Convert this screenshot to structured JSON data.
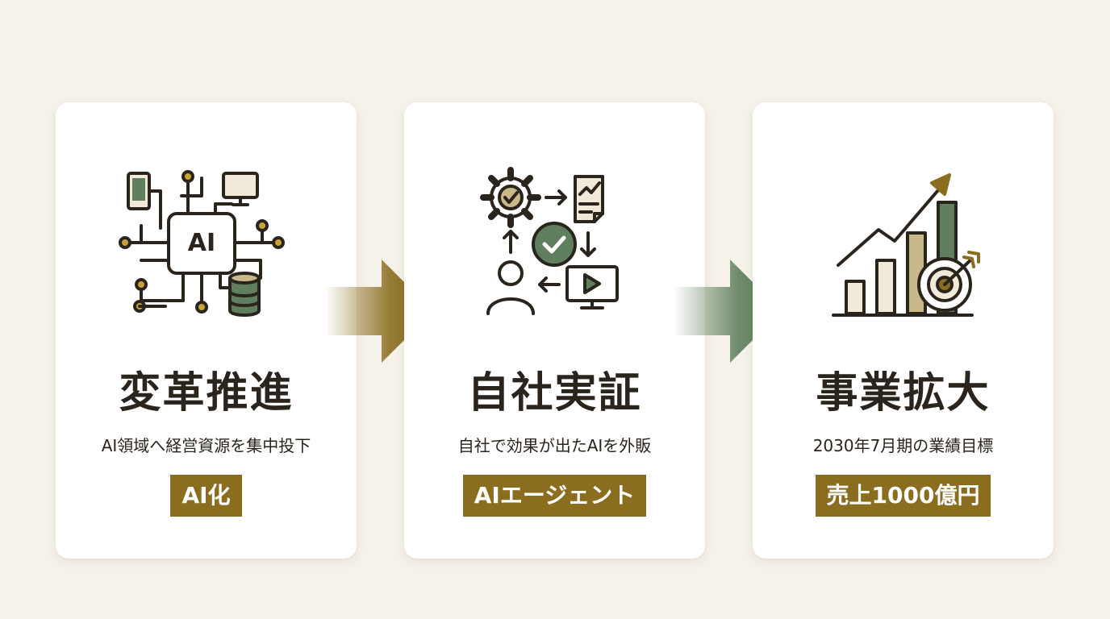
{
  "colors": {
    "background": "#f6f2ea",
    "card": "#ffffff",
    "ink": "#2a241d",
    "gold": "#8a6d1f",
    "green": "#5f7f5e",
    "sand": "#c9b98a",
    "cream": "#f1ead8"
  },
  "steps": [
    {
      "icon": "ai-chip-network-icon",
      "chip_label": "AI",
      "title": "変革推進",
      "description": "AI領域へ経営資源を集中投下",
      "tag": "AI化"
    },
    {
      "icon": "workflow-cycle-icon",
      "title": "自社実証",
      "description": "自社で効果が出たAIを外販",
      "tag": "AIエージェント"
    },
    {
      "icon": "growth-chart-target-icon",
      "title": "事業拡大",
      "description": "2030年7月期の業績目標",
      "tag": "売上1000億円"
    }
  ],
  "arrows": [
    "gold-arrow-icon",
    "green-arrow-icon"
  ]
}
